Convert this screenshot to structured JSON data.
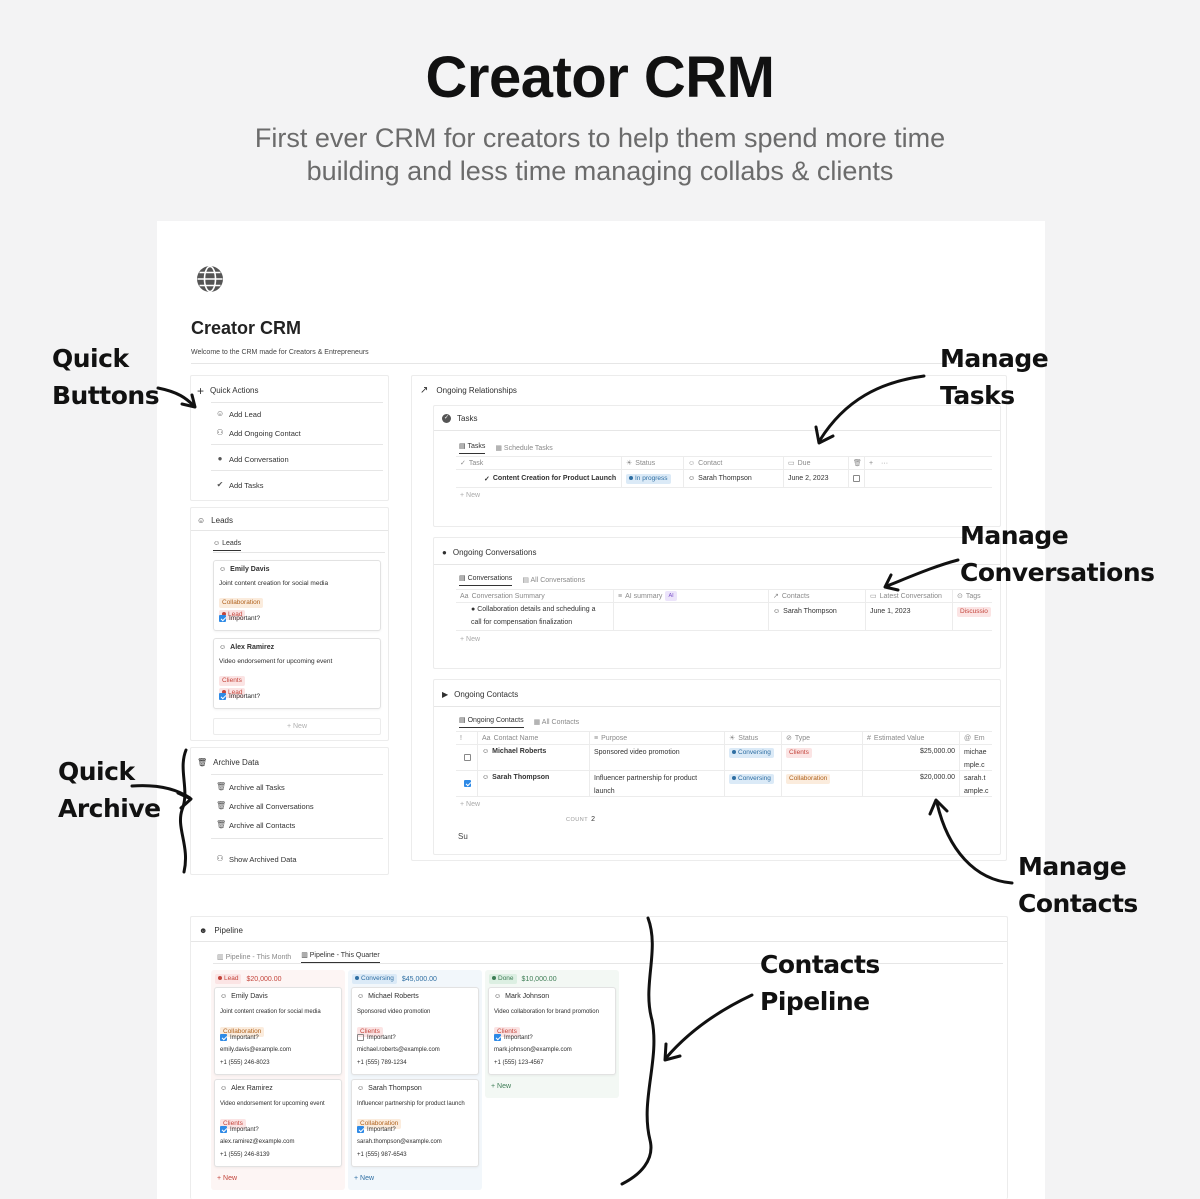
{
  "hero": {
    "title": "Creator CRM",
    "subtitle_line1": "First ever CRM for creators to help them spend more time",
    "subtitle_line2": "building and less time managing collabs & clients"
  },
  "page": {
    "icon": "globe-icon",
    "title": "Creator CRM",
    "description": "Welcome to the CRM made for Creators & Entrepreneurs"
  },
  "quick_actions": {
    "title": "Quick Actions",
    "buttons": [
      "Add Lead",
      "Add Ongoing Contact",
      "Add Conversation",
      "Add Tasks"
    ]
  },
  "leads": {
    "title": "Leads",
    "tab": "Leads",
    "cards": [
      {
        "name": "Emily Davis",
        "desc": "Joint content creation for social media",
        "tag": "Collaboration",
        "status": "Lead",
        "important": "Important?"
      },
      {
        "name": "Alex Ramirez",
        "desc": "Video endorsement for upcoming event",
        "tag": "Clients",
        "status": "Lead",
        "important": "Important?"
      }
    ],
    "new_label": "+ New"
  },
  "archive": {
    "title": "Archive Data",
    "buttons": [
      "Archive all Tasks",
      "Archive all Conversations",
      "Archive all Contacts",
      "Show Archived Data"
    ]
  },
  "ongoing": {
    "title": "Ongoing Relationships",
    "tasks": {
      "title": "Tasks",
      "tabs": [
        "Tasks",
        "Schedule Tasks"
      ],
      "columns": [
        "Task",
        "Status",
        "Contact",
        "Due"
      ],
      "rows": [
        {
          "task": "Content Creation for Product Launch",
          "status": "In progress",
          "contact": "Sarah Thompson",
          "due": "June 2, 2023"
        }
      ],
      "new_label": "+ New",
      "more": "···",
      "add": "+"
    },
    "conversations": {
      "title": "Ongoing Conversations",
      "tabs": [
        "Conversations",
        "All Conversations"
      ],
      "columns": [
        "Conversation Summary",
        "AI summary",
        "Contacts",
        "Latest Conversation",
        "Tags"
      ],
      "ai_badge": "AI",
      "rows": [
        {
          "summary_1": "Collaboration details and scheduling a",
          "summary_2": "call for compensation finalization",
          "contact": "Sarah Thompson",
          "date": "June 1, 2023",
          "tag": "Discussio"
        }
      ],
      "new_label": "+ New"
    },
    "contacts": {
      "title": "Ongoing Contacts",
      "tabs": [
        "Ongoing Contacts",
        "All Contacts"
      ],
      "columns": [
        "!",
        "Contact Name",
        "Purpose",
        "Status",
        "Type",
        "Estimated Value",
        "Em"
      ],
      "rows": [
        {
          "name": "Michael Roberts",
          "purpose_1": "Sponsored video promotion",
          "purpose_2": "",
          "status": "Conversing",
          "type": "Clients",
          "value": "$25,000.00",
          "email_1": "michae",
          "email_2": "mple.c",
          "checked": false
        },
        {
          "name": "Sarah Thompson",
          "purpose_1": "Influencer partnership for product",
          "purpose_2": "launch",
          "status": "Conversing",
          "type": "Collaboration",
          "value": "$20,000.00",
          "email_1": "sarah.t",
          "email_2": "ample.c",
          "checked": true
        }
      ],
      "new_label": "+ New",
      "count_label": "COUNT",
      "count_value": "2",
      "sum_label": "Su"
    }
  },
  "pipeline": {
    "title": "Pipeline",
    "tabs": [
      "Pipeline - This Month",
      "Pipeline - This Quarter"
    ],
    "columns": [
      {
        "label": "Lead",
        "total": "$20,000.00",
        "cards": [
          {
            "name": "Emily Davis",
            "desc": "Joint content creation for social media",
            "tag": "Collaboration",
            "important": "Important?",
            "checked": true,
            "email": "emily.davis@example.com",
            "phone": "+1 (555) 246-8023"
          },
          {
            "name": "Alex Ramirez",
            "desc": "Video endorsement for upcoming event",
            "tag": "Clients",
            "important": "Important?",
            "checked": true,
            "email": "alex.ramirez@example.com",
            "phone": "+1 (555) 246-8139"
          }
        ],
        "new_label": "+ New"
      },
      {
        "label": "Conversing",
        "total": "$45,000.00",
        "cards": [
          {
            "name": "Michael Roberts",
            "desc": "Sponsored video promotion",
            "tag": "Clients",
            "important": "Important?",
            "checked": false,
            "email": "michael.roberts@example.com",
            "phone": "+1 (555) 789-1234"
          },
          {
            "name": "Sarah Thompson",
            "desc": "Influencer partnership for product launch",
            "tag": "Collaboration",
            "important": "Important?",
            "checked": true,
            "email": "sarah.thompson@example.com",
            "phone": "+1 (555) 987-6543"
          }
        ],
        "new_label": "+ New"
      },
      {
        "label": "Done",
        "total": "$10,000.00",
        "cards": [
          {
            "name": "Mark Johnson",
            "desc": "Video collaboration for brand promotion",
            "tag": "Clients",
            "important": "Important?",
            "checked": true,
            "email": "mark.johnson@example.com",
            "phone": "+1 (555) 123-4567"
          }
        ],
        "new_label": "+ New"
      }
    ]
  },
  "annotations": {
    "quick_buttons": [
      "Quick",
      "Buttons"
    ],
    "manage_tasks": [
      "Manage",
      "Tasks"
    ],
    "manage_conversations": [
      "Manage",
      "Conversations"
    ],
    "quick_archive": [
      "Quick",
      "Archive"
    ],
    "manage_contacts": [
      "Manage",
      "Contacts"
    ],
    "contacts_pipeline": [
      "Contacts",
      "Pipeline"
    ]
  },
  "colors": {
    "lead": "#fbe4e4",
    "conversing": "#dbeaf7",
    "done": "#dcefe2",
    "checkbox": "#2e8ae6"
  }
}
